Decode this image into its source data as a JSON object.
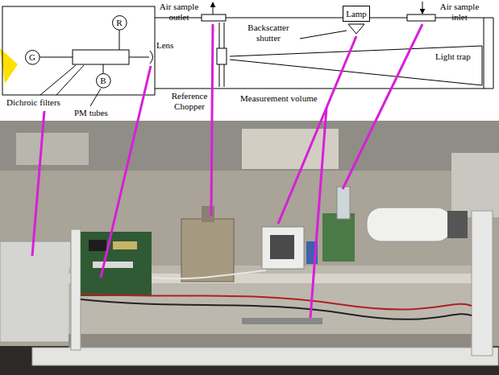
{
  "diagram": {
    "nodes": [
      {
        "text": [
          "R"
        ]
      },
      {
        "text": [
          "G"
        ]
      },
      {
        "text": [
          "B"
        ]
      },
      {
        "text": [
          "Lamp"
        ]
      }
    ],
    "labels": [
      "Air sample outlet",
      "Air sample inlet",
      "Backscatter shutter",
      "Lens",
      "Light trap",
      "Dichroic filters",
      "Reference Chopper",
      "Measurement volume",
      "PM tubes"
    ]
  }
}
